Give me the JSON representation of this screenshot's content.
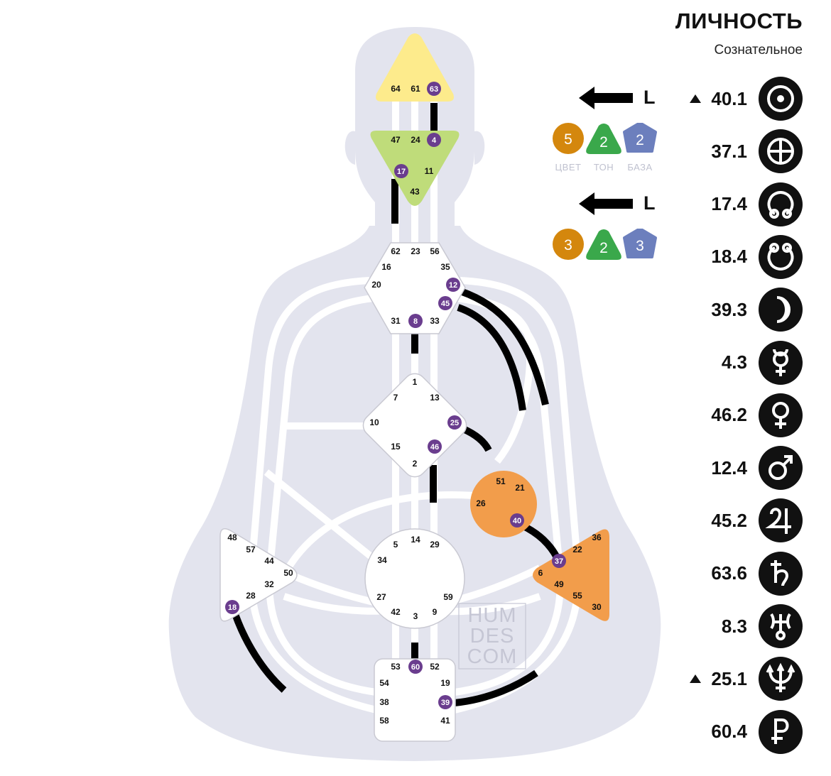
{
  "panel": {
    "title": "ЛИЧНОСТЬ",
    "subtitle": "Сознательное"
  },
  "planets": [
    {
      "name": "sun",
      "icon": "sun-icon",
      "value": "40.1",
      "marker": true
    },
    {
      "name": "earth",
      "icon": "earth-icon",
      "value": "37.1",
      "marker": false
    },
    {
      "name": "north-node",
      "icon": "north-node-icon",
      "value": "17.4",
      "marker": false
    },
    {
      "name": "south-node",
      "icon": "south-node-icon",
      "value": "18.4",
      "marker": false
    },
    {
      "name": "moon",
      "icon": "moon-icon",
      "value": "39.3",
      "marker": false
    },
    {
      "name": "mercury",
      "icon": "mercury-icon",
      "value": "4.3",
      "marker": false
    },
    {
      "name": "venus",
      "icon": "venus-icon",
      "value": "46.2",
      "marker": false
    },
    {
      "name": "mars",
      "icon": "mars-icon",
      "value": "12.4",
      "marker": false
    },
    {
      "name": "jupiter",
      "icon": "jupiter-icon",
      "value": "45.2",
      "marker": false
    },
    {
      "name": "saturn",
      "icon": "saturn-icon",
      "value": "63.6",
      "marker": false
    },
    {
      "name": "uranus",
      "icon": "uranus-icon",
      "value": "8.3",
      "marker": false
    },
    {
      "name": "neptune",
      "icon": "neptune-icon",
      "value": "25.1",
      "marker": true
    },
    {
      "name": "pluto",
      "icon": "pluto-icon",
      "value": "60.4",
      "marker": false
    }
  ],
  "variables": [
    {
      "arrow": "arrow-left-icon",
      "letter": "L",
      "color": "5",
      "tone": "2",
      "base": "2",
      "show_labels": true
    },
    {
      "arrow": "arrow-left-icon",
      "letter": "L",
      "color": "3",
      "tone": "2",
      "base": "3",
      "show_labels": false
    }
  ],
  "variable_labels": {
    "color": "ЦВЕТ",
    "tone": "ТОН",
    "base": "БАЗА"
  },
  "watermark": [
    "HUM",
    "DES",
    "COM"
  ],
  "colors": {
    "silhouette": "#e3e4ee",
    "channel": "#ffffff",
    "active": "#000000",
    "activation_badge": "#6a3d8e",
    "head": "#fdeb8c",
    "ajna": "#bfdc7a",
    "defined_motor": "#f29d4b",
    "color_badge": "#d4870d",
    "tone_badge": "#3aa84b",
    "base_badge": "#6c7fbd"
  },
  "centers": {
    "head": {
      "gates": [
        "64",
        "61",
        "63"
      ]
    },
    "ajna": {
      "gates": [
        "47",
        "24",
        "4",
        "17",
        "11",
        "43"
      ]
    },
    "throat": {
      "gates": [
        "62",
        "23",
        "56",
        "16",
        "35",
        "20",
        "12",
        "45",
        "31",
        "8",
        "33"
      ]
    },
    "g": {
      "gates": [
        "1",
        "7",
        "13",
        "10",
        "25",
        "15",
        "46",
        "2"
      ]
    },
    "ego": {
      "gates": [
        "51",
        "21",
        "26",
        "40"
      ]
    },
    "spleen": {
      "gates": [
        "48",
        "57",
        "44",
        "50",
        "32",
        "28",
        "18"
      ]
    },
    "sacral": {
      "gates": [
        "5",
        "14",
        "29",
        "34",
        "27",
        "59",
        "42",
        "3",
        "9"
      ]
    },
    "solar_plexus": {
      "gates": [
        "36",
        "37",
        "22",
        "6",
        "49",
        "55",
        "30"
      ]
    },
    "root": {
      "gates": [
        "53",
        "60",
        "52",
        "54",
        "19",
        "38",
        "39",
        "58",
        "41"
      ]
    }
  },
  "activated_gates": [
    "63",
    "4",
    "17",
    "12",
    "45",
    "8",
    "25",
    "46",
    "40",
    "37",
    "18",
    "60",
    "39"
  ]
}
